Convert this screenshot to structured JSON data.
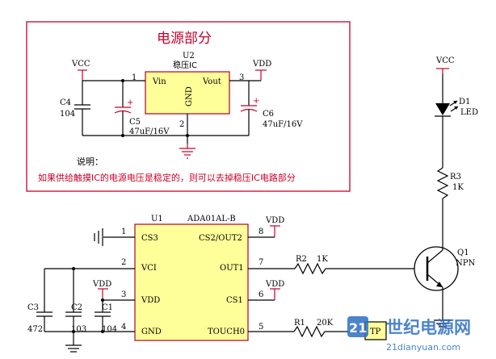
{
  "regulator_section": {
    "title": "电源部分",
    "ref": "U2",
    "part": "稳压IC",
    "pin_vin": "Vin",
    "pin_vout": "Vout",
    "pin_gnd": "GND",
    "pin1": "1",
    "pin2": "2",
    "pin3": "3",
    "vcc": "VCC",
    "vdd": "VDD",
    "c4_ref": "C4",
    "c4_value": "104",
    "c5_ref": "C5",
    "c5_value": "47uF/16V",
    "c6_ref": "C6",
    "c6_value": "47uF/16V",
    "note_label": "说明：",
    "note_text": "如果供给触摸IC的电源电压是稳定的，则可以去掉稳压IC电路部分"
  },
  "led_section": {
    "vcc": "VCC",
    "d1_ref": "D1",
    "d1_value": "LED",
    "r3_ref": "R3",
    "r3_value": "1K",
    "q1_ref": "Q1",
    "q1_value": "NPN"
  },
  "touch_ic": {
    "ref": "U1",
    "part": "ADA01AL-B",
    "left_pins": [
      {
        "num": "1",
        "name": "CS3"
      },
      {
        "num": "2",
        "name": "VCI"
      },
      {
        "num": "3",
        "name": "VDD"
      },
      {
        "num": "4",
        "name": "GND"
      }
    ],
    "right_pins": [
      {
        "num": "8",
        "name": "CS2/OUT2"
      },
      {
        "num": "7",
        "name": "OUT1"
      },
      {
        "num": "6",
        "name": "CS1"
      },
      {
        "num": "5",
        "name": "TOUCH0"
      }
    ],
    "vdd_pin8": "VDD",
    "vdd_pin6": "VDD",
    "vdd_pin3": "VDD",
    "r2_ref": "R2",
    "r2_value": "1K",
    "r1_ref": "R1",
    "r1_value": "20K",
    "tp": "TP",
    "c3_ref": "C3",
    "c3_value": "472",
    "c2_ref": "C2",
    "c2_value": "103",
    "c1_ref": "C1",
    "c1_value": "104"
  },
  "watermark": {
    "logo": "21",
    "name": "世纪电源网",
    "url": "21dianyuan.com"
  },
  "colors": {
    "wire": "#000000",
    "accent_red": "#c8002a",
    "ic_fill": "#ffff99",
    "watermark_blue": "#2d6fc4"
  }
}
